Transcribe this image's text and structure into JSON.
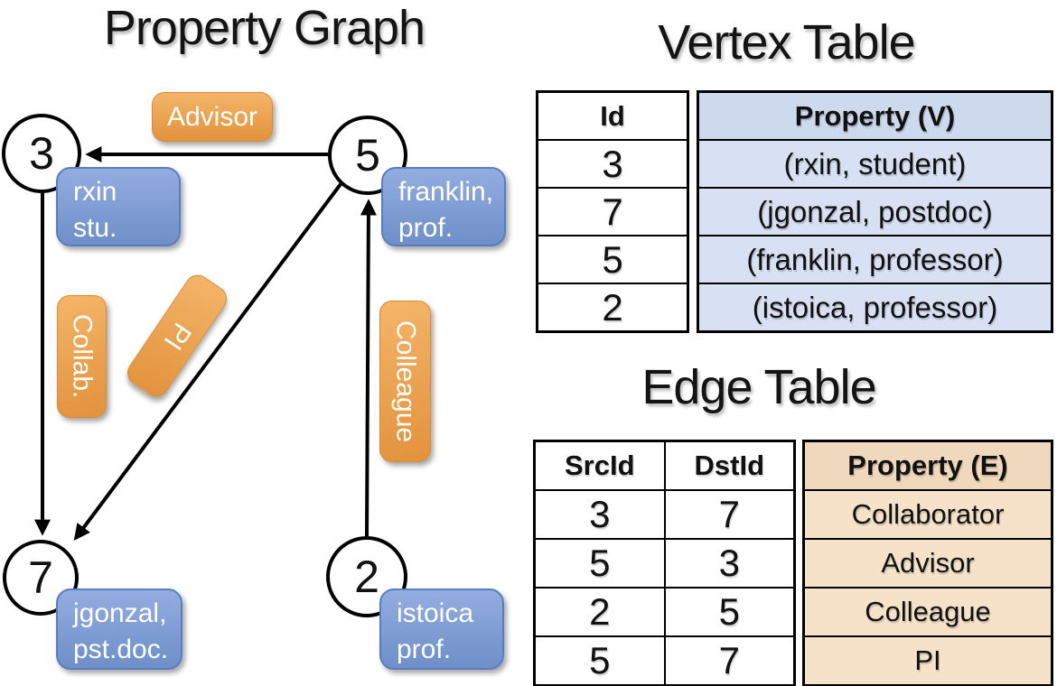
{
  "graph": {
    "title": "Property Graph",
    "vertices": [
      {
        "id": "3",
        "line1": "rxin",
        "line2": "stu."
      },
      {
        "id": "5",
        "line1": "franklin,",
        "line2": "prof."
      },
      {
        "id": "7",
        "line1": "jgonzal,",
        "line2": "pst.doc."
      },
      {
        "id": "2",
        "line1": "istoica",
        "line2": "prof."
      }
    ],
    "edge_labels": {
      "advisor": "Advisor",
      "collab": "Collab.",
      "pi": "PI",
      "colleague": "Colleague"
    },
    "edges": [
      {
        "from": "5",
        "to": "3",
        "label": "Advisor"
      },
      {
        "from": "3",
        "to": "7",
        "label": "Collab."
      },
      {
        "from": "5",
        "to": "7",
        "label": "PI"
      },
      {
        "from": "2",
        "to": "5",
        "label": "Colleague"
      }
    ]
  },
  "vertex_table": {
    "title": "Vertex Table",
    "col_id": "Id",
    "col_property": "Property (V)",
    "ids": [
      "3",
      "7",
      "5",
      "2"
    ],
    "properties": [
      "(rxin, student)",
      "(jgonzal, postdoc)",
      "(franklin, professor)",
      "(istoica, professor)"
    ]
  },
  "edge_table": {
    "title": "Edge Table",
    "col_src": "SrcId",
    "col_dst": "DstId",
    "col_property": "Property (E)",
    "rows": [
      [
        "3",
        "7",
        "Collaborator"
      ],
      [
        "5",
        "3",
        "Advisor"
      ],
      [
        "2",
        "5",
        "Colleague"
      ],
      [
        "5",
        "7",
        "PI"
      ]
    ]
  },
  "colors": {
    "edge_label_orange_light": "#F4B569",
    "edge_label_orange_dark": "#E2923C",
    "vertex_label_blue_light": "#93ADE0",
    "vertex_label_blue_dark": "#6E8FC9",
    "vertex_table_fill": "#D8E1F3",
    "edge_table_fill": "#F5E2C8",
    "line_color": "#000000"
  }
}
